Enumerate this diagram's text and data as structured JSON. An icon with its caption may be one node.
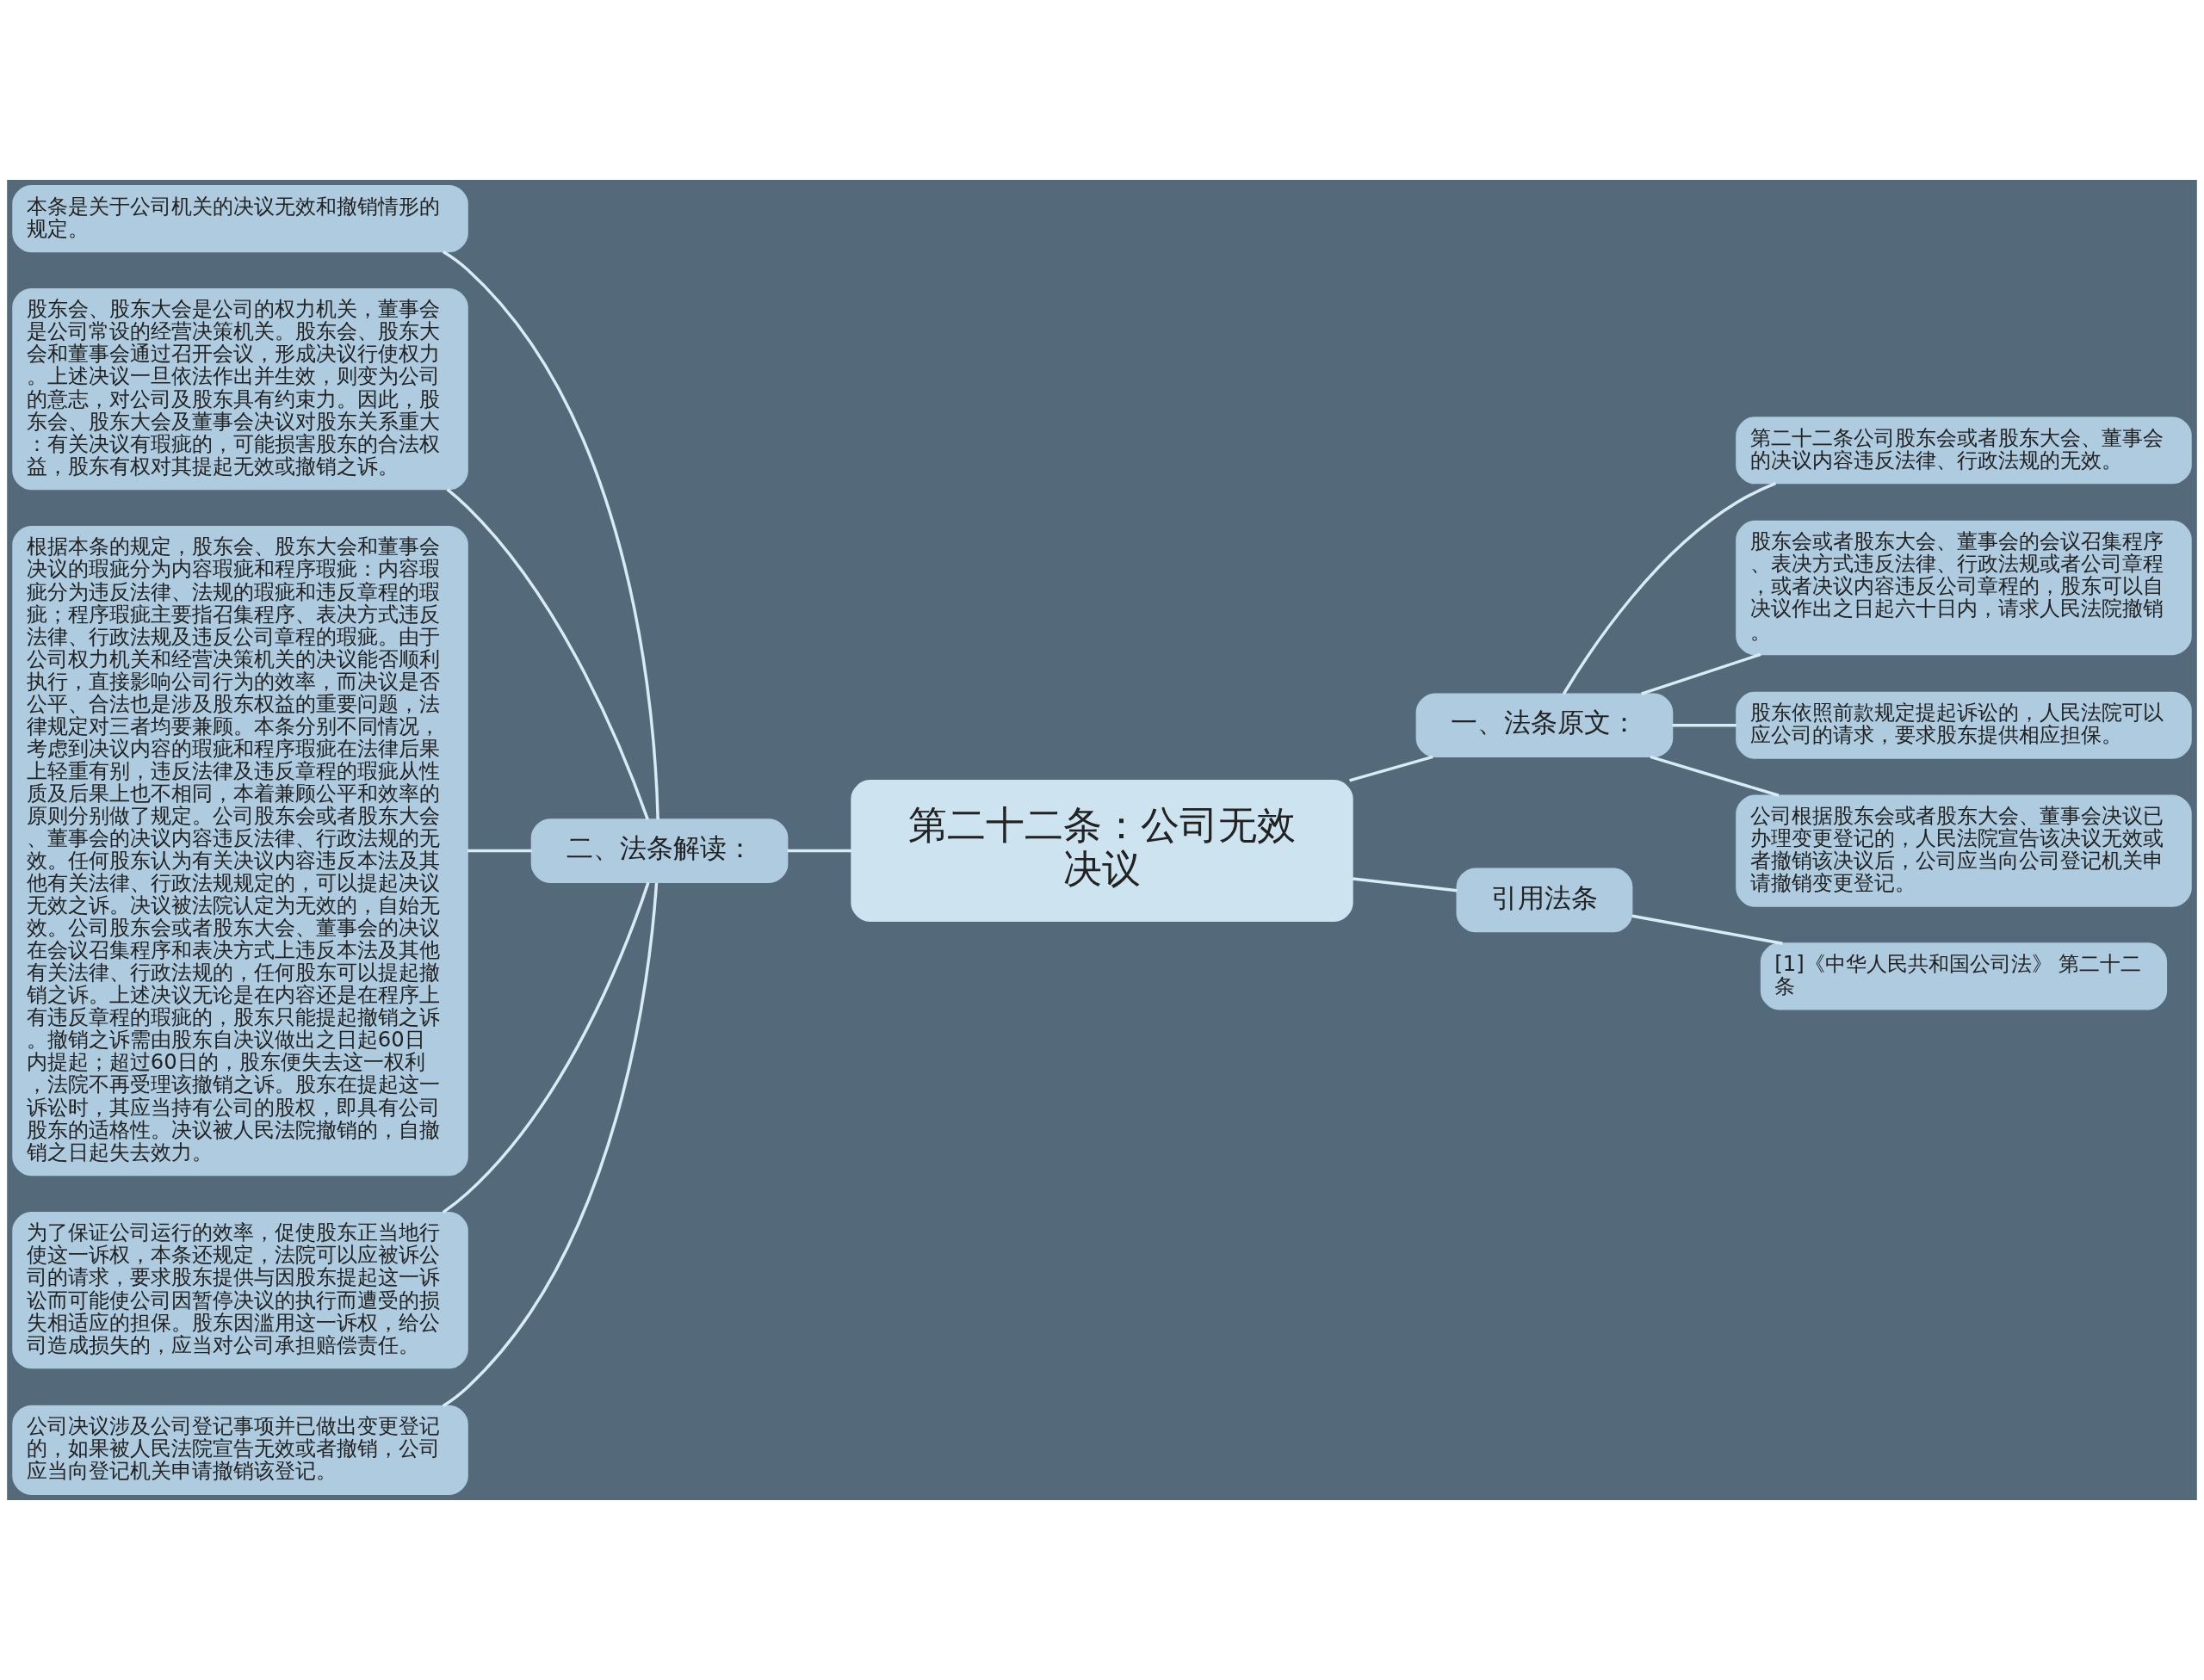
{
  "diagram": {
    "nodes": [
      {
        "text": [
          "第二十二条：公司无效决议"
        ]
      },
      {
        "text": [
          "一、法条原文："
        ]
      },
      {
        "text": [
          "第二十二条公司股东会或者股东大会、董事会的决议内容违反法律、行政法规的无效。"
        ]
      },
      {
        "text": [
          "股东会或者股东大会、董事会的会议召集程序、表决方式违反法律、行政法规或者公司章程，或者决议内容违反公司章程的，股东可以自决议作出之日起六十日内，请求人民法院撤销。"
        ]
      },
      {
        "text": [
          "股东依照前款规定提起诉讼的，人民法院可以应公司的请求，要求股东提供相应担保。"
        ]
      },
      {
        "text": [
          "公司根据股东会或者股东大会、董事会决议已办理变更登记的，人民法院宣告该决议无效或者撤销该决议后，公司应当向公司登记机关申请撤销变更登记。"
        ]
      },
      {
        "text": [
          "引用法条"
        ]
      },
      {
        "text": [
          "[1]《中华人民共和国公司法》 第二十二条"
        ]
      },
      {
        "text": [
          "二、法条解读："
        ]
      },
      {
        "text": [
          "本条是关于公司机关的决议无效和撤销情形的规定。"
        ]
      },
      {
        "text": [
          "股东会、股东大会是公司的权力机关，董事会是公司常设的经营决策机关。股东会、股东大会和董事会通过召开会议，形成决议行使权力。上述决议一旦依法作出并生效，则变为公司的意志，对公司及股东具有约束力。因此，股东会、股东大会及董事会决议对股东关系重大：有关决议有瑕疵的，可能损害股东的合法权益，股东有权对其提起无效或撤销之诉。"
        ]
      },
      {
        "text": [
          "根据本条的规定，股东会、股东大会和董事会决议的瑕疵分为内容瑕疵和程序瑕疵：内容瑕疵分为违反法律、法规的瑕疵和违反章程的瑕疵；程序瑕疵主要指召集程序、表决方式违反法律、行政法规及违反公司章程的瑕疵。由于公司权力机关和经营决策机关的决议能否顺利执行，直接影响公司行为的效率，而决议是否公平、合法也是涉及股东权益的重要问题，法律规定对三者均要兼顾。本条分别不同情况，考虑到决议内容的瑕疵和程序瑕疵在法律后果上轻重有别，违反法律及违反章程的瑕疵从性质及后果上也不相同，本着兼顾公平和效率的原则分别做了规定。公司股东会或者股东大会、董事会的决议内容违反法律、行政法规的无效。任何股东认为有关决议内容违反本法及其他有关法律、行政法规规定的，可以提起决议无效之诉。决议被法院认定为无效的，自始无效。公司股东会或者股东大会、董事会的决议在会议召集程序和表决方式上违反本法及其他有关法律、行政法规的，任何股东可以提起撤销之诉。上述决议无论是在内容还是在程序上有违反章程的瑕疵的，股东只能提起撤销之诉。撤销之诉需由股东自决议做出之日起60日内提起；超过60日的，股东便失去这一权利，法院不再受理该撤销之诉。股东在提起这一诉讼时，其应当持有公司的股权，即具有公司股东的适格性。决议被人民法院撤销的，自撤销之日起失去效力。"
        ]
      },
      {
        "text": [
          "为了保证公司运行的效率，促使股东正当地行使这一诉权，本条还规定，法院可以应被诉公司的请求，要求股东提供与因股东提起这一诉讼而可能使公司因暂停决议的执行而遭受的损失相适应的担保。股东因滥用这一诉权，给公司造成损失的，应当对公司承担赔偿责任。"
        ]
      },
      {
        "text": [
          "公司决议涉及公司登记事项并已做出变更登记的，如果被人民法院宣告无效或者撤销，公司应当向登记机关申请撤销该登记。"
        ]
      }
    ],
    "edges": [
      {
        "from": 0,
        "to": 1,
        "arrow": "none"
      },
      {
        "from": 1,
        "to": 2,
        "arrow": "none"
      },
      {
        "from": 1,
        "to": 3,
        "arrow": "none"
      },
      {
        "from": 1,
        "to": 4,
        "arrow": "none"
      },
      {
        "from": 1,
        "to": 5,
        "arrow": "none"
      },
      {
        "from": 0,
        "to": 6,
        "arrow": "none"
      },
      {
        "from": 6,
        "to": 7,
        "arrow": "none"
      },
      {
        "from": 0,
        "to": 8,
        "arrow": "none"
      },
      {
        "from": 8,
        "to": 9,
        "arrow": "none"
      },
      {
        "from": 8,
        "to": 10,
        "arrow": "none"
      },
      {
        "from": 8,
        "to": 11,
        "arrow": "none"
      },
      {
        "from": 8,
        "to": 12,
        "arrow": "none"
      },
      {
        "from": 8,
        "to": 13,
        "arrow": "none"
      }
    ]
  }
}
